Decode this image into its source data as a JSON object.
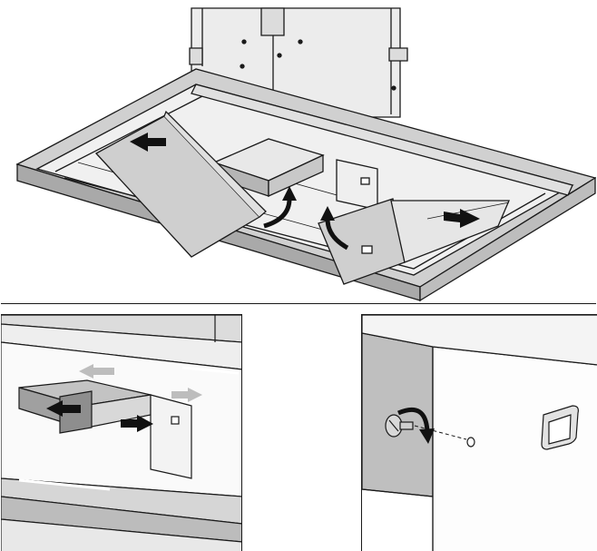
{
  "figure": {
    "panels": [
      {
        "id": "main",
        "depicts": "hood-underside-panels-removal"
      },
      {
        "id": "detail-left",
        "depicts": "slide-grease-filter-brackets"
      },
      {
        "id": "detail-right",
        "depicts": "unscrew-fixing-screw"
      }
    ],
    "colors": {
      "line": "#1a1a1a",
      "light_gray": "#e3e3e3",
      "mid_gray": "#c4c4c4",
      "dark_gray": "#a8a8a8",
      "arrow_dark": "#111111",
      "arrow_light": "#bdbdbd"
    },
    "icons": {
      "push_arrow": "arrow-left-icon",
      "pull_arrow": "arrow-right-icon",
      "lift_arrow": "curved-arrow-up-icon",
      "rotate_arrow": "curved-arrow-rotate-icon",
      "screw": "screw-icon"
    }
  }
}
